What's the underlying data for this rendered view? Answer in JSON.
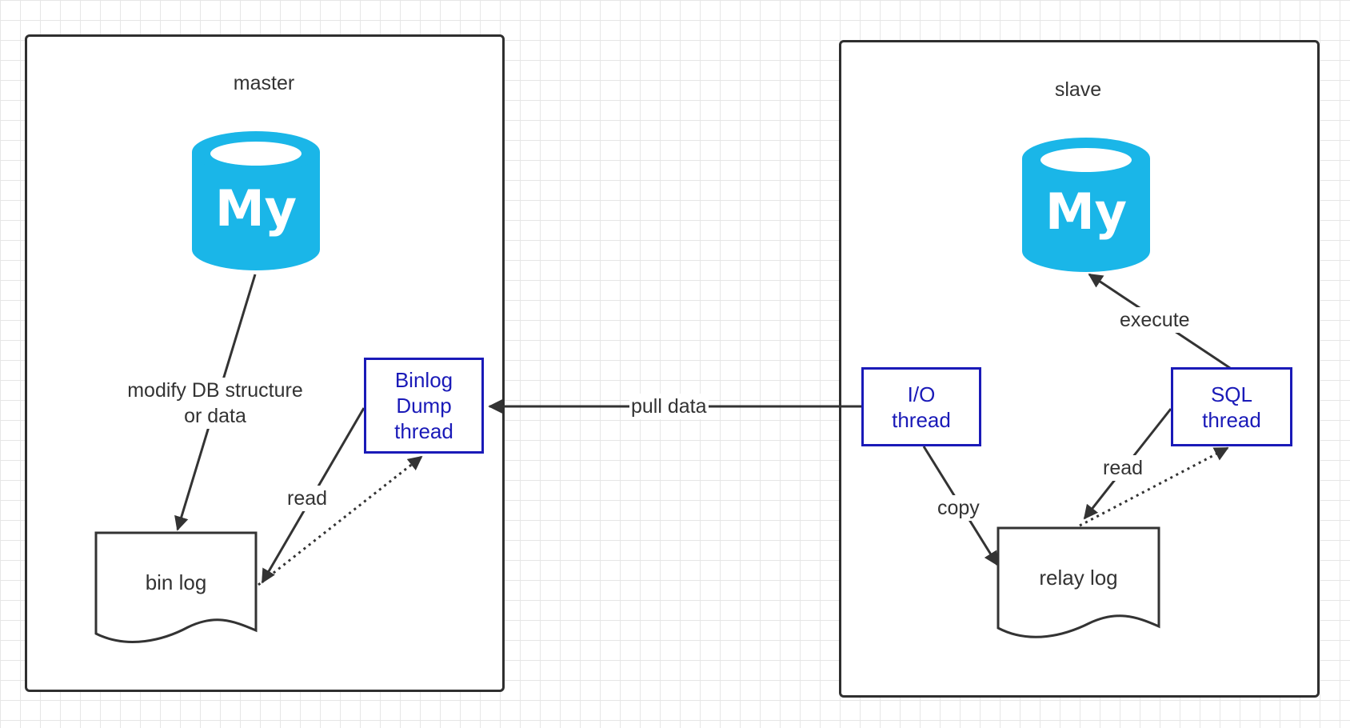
{
  "master": {
    "title": "master",
    "db_logo_text": "My",
    "log_label": "bin log",
    "dump_thread_lines": [
      "Binlog",
      "Dump",
      "thread"
    ],
    "edge_modify_lines": [
      "modify DB structure",
      "or data"
    ],
    "edge_read": "read"
  },
  "slave": {
    "title": "slave",
    "db_logo_text": "My",
    "log_label": "relay log",
    "io_thread_lines": [
      "I/O",
      "thread"
    ],
    "sql_thread_lines": [
      "SQL",
      "thread"
    ],
    "edge_execute": "execute",
    "edge_copy": "copy",
    "edge_read": "read"
  },
  "edge_pull": "pull data",
  "colors": {
    "db_blue": "#1ab6e8",
    "thread_border": "#1a1ab8",
    "line": "#333333",
    "grid": "#e6e6e6"
  }
}
